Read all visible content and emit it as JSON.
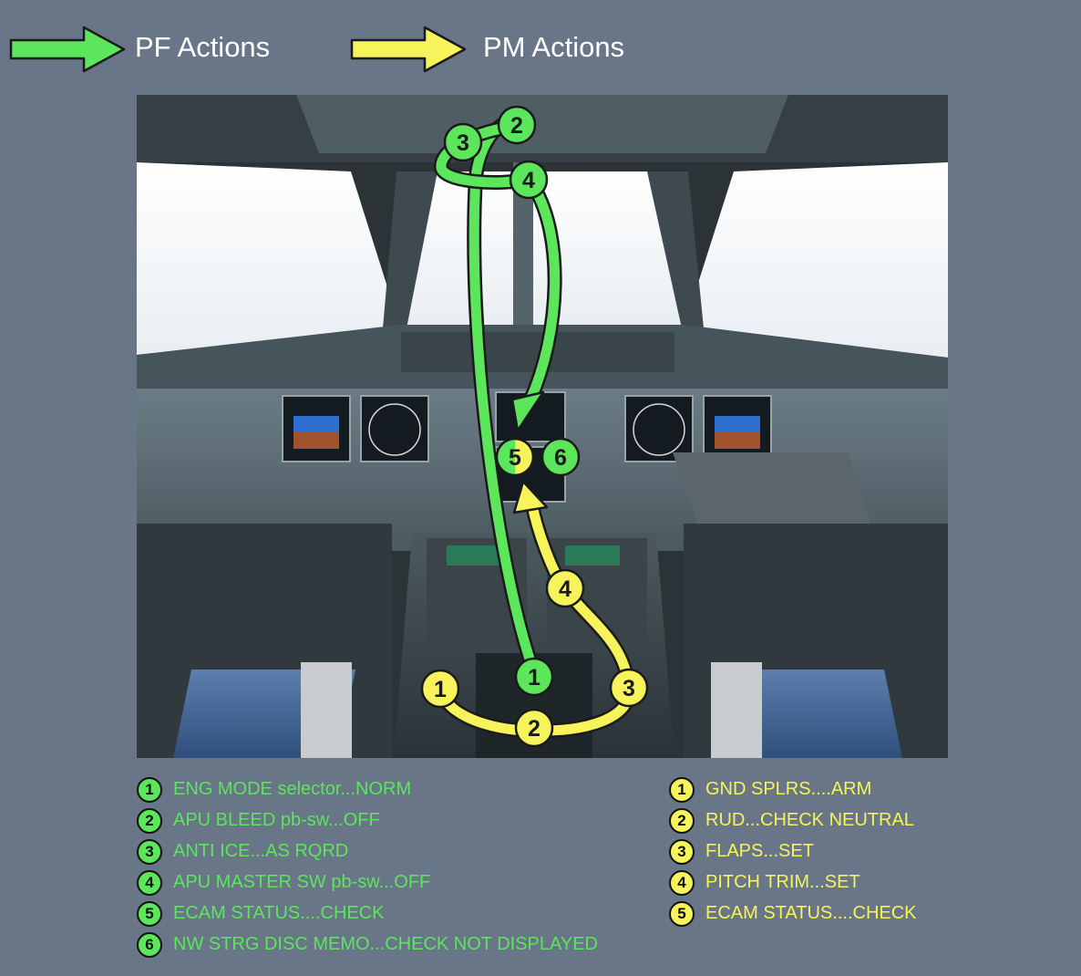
{
  "colors": {
    "pf": "#5ce65c",
    "pm": "#f7f35a",
    "background": "#687687"
  },
  "legend": {
    "pf_label": "PF Actions",
    "pm_label": "PM Actions"
  },
  "photo": {
    "pf_markers": [
      "1",
      "2",
      "3",
      "4",
      "5",
      "6"
    ],
    "pm_markers": [
      "1",
      "2",
      "3",
      "4"
    ]
  },
  "pf_items": [
    {
      "num": "1",
      "text": "ENG MODE selector...NORM"
    },
    {
      "num": "2",
      "text": "APU BLEED pb-sw...OFF"
    },
    {
      "num": "3",
      "text": "ANTI ICE...AS RQRD"
    },
    {
      "num": "4",
      "text": "APU MASTER SW pb-sw...OFF"
    },
    {
      "num": "5",
      "text": "ECAM STATUS....CHECK"
    },
    {
      "num": "6",
      "text": "NW STRG DISC MEMO...CHECK NOT DISPLAYED"
    }
  ],
  "pm_items": [
    {
      "num": "1",
      "text": "GND SPLRS....ARM"
    },
    {
      "num": "2",
      "text": "RUD...CHECK NEUTRAL"
    },
    {
      "num": "3",
      "text": "FLAPS...SET"
    },
    {
      "num": "4",
      "text": "PITCH TRIM...SET"
    },
    {
      "num": "5",
      "text": "ECAM STATUS....CHECK"
    }
  ]
}
